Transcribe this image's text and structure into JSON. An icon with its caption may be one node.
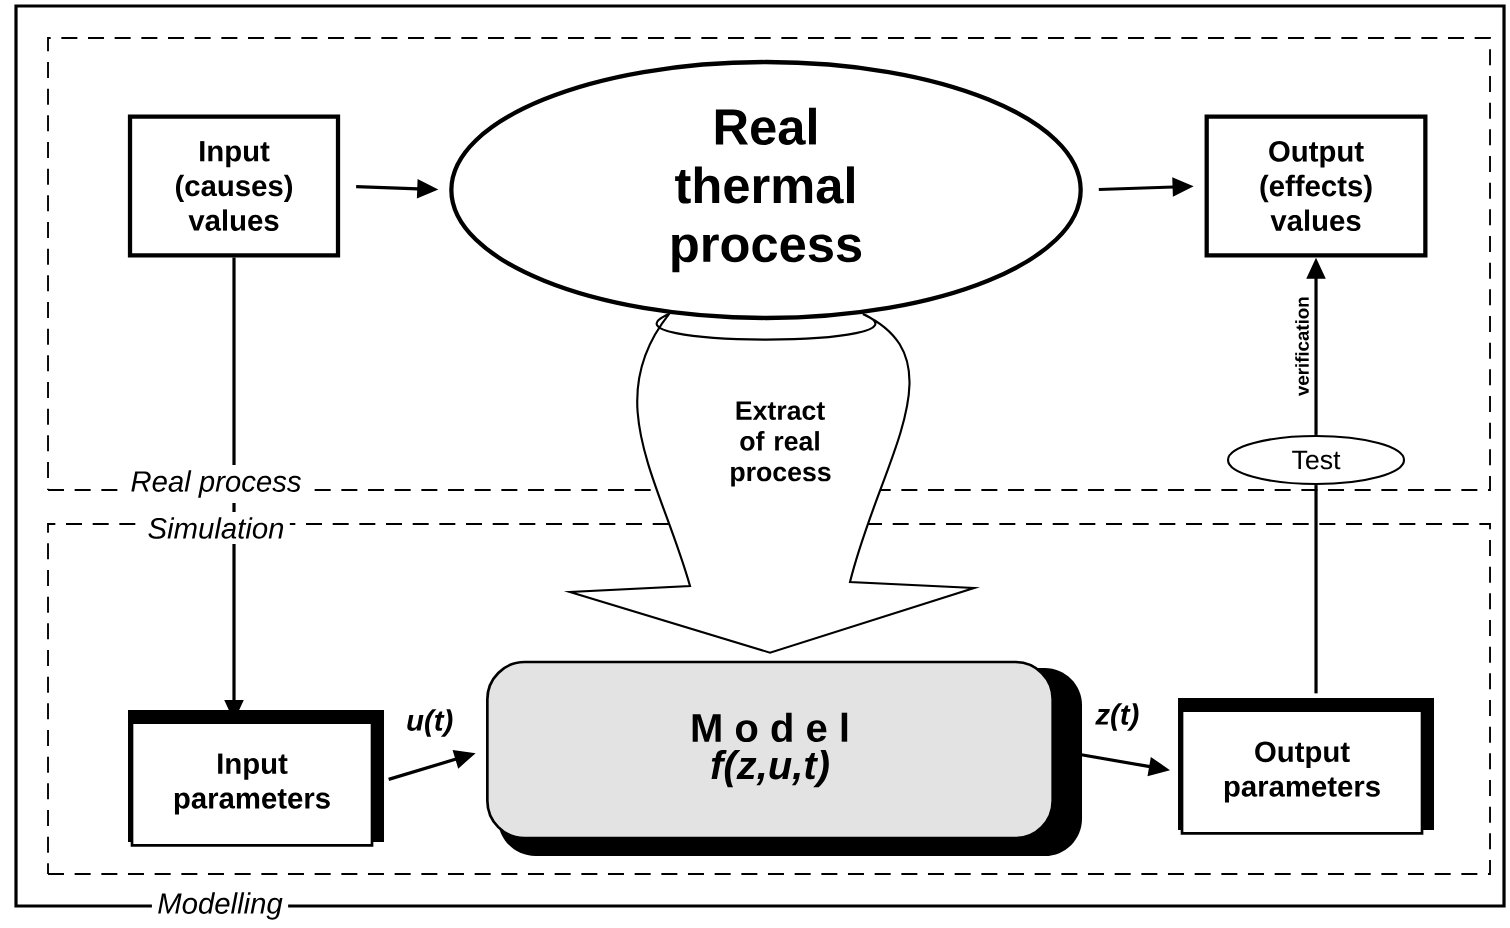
{
  "diagram": {
    "nodes": [
      {
        "text": [
          "Modelling"
        ]
      },
      {
        "text": [
          "Real process"
        ],
        "in": 0
      },
      {
        "text": [
          "Simulation"
        ],
        "in": 0
      },
      {
        "text": [
          "Input (causes) values"
        ],
        "in": 1
      },
      {
        "text": [
          "Real thermal process"
        ],
        "in": 1
      },
      {
        "text": [
          "Output (effects) values"
        ],
        "in": 1
      },
      {
        "text": [
          "Test"
        ],
        "in": 1
      },
      {
        "text": [
          "Input parameters"
        ],
        "in": 2
      },
      {
        "text": [
          "M o d e l",
          "f(z,u,t)"
        ],
        "in": 2
      },
      {
        "text": [
          "Output parameters"
        ],
        "in": 2
      }
    ],
    "edges": [
      {
        "from": 3,
        "to": 4,
        "arrow": "to"
      },
      {
        "from": 4,
        "to": 5,
        "arrow": "to"
      },
      {
        "from": 3,
        "to": 7,
        "arrow": "to"
      },
      {
        "from": 7,
        "to": 8,
        "arrow": "to",
        "label": "u(t)"
      },
      {
        "from": 8,
        "to": 9,
        "arrow": "to",
        "label": "z(t)"
      },
      {
        "from": 9,
        "to": 6,
        "arrow": "none"
      },
      {
        "from": 6,
        "to": 5,
        "arrow": "to",
        "label": "verification"
      },
      {
        "from": 4,
        "to": 8,
        "arrow": "to",
        "label": "Extract of real process"
      }
    ]
  }
}
